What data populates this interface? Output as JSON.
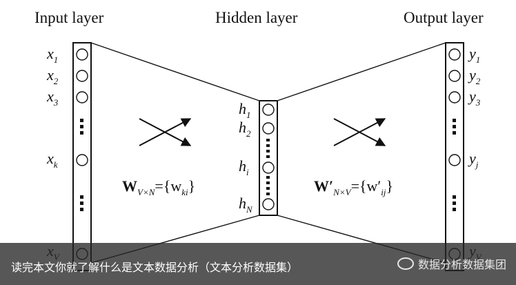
{
  "titles": {
    "input": "Input layer",
    "hidden": "Hidden layer",
    "output": "Output layer"
  },
  "input_labels": [
    {
      "base": "x",
      "sub": "1"
    },
    {
      "base": "x",
      "sub": "2"
    },
    {
      "base": "x",
      "sub": "3"
    },
    {
      "base": "x",
      "sub": "k"
    },
    {
      "base": "x",
      "sub": "V"
    }
  ],
  "hidden_labels": [
    {
      "base": "h",
      "sub": "1"
    },
    {
      "base": "h",
      "sub": "2"
    },
    {
      "base": "h",
      "sub": "i"
    },
    {
      "base": "h",
      "sub": "N"
    }
  ],
  "output_labels": [
    {
      "base": "y",
      "sub": "1"
    },
    {
      "base": "y",
      "sub": "2"
    },
    {
      "base": "y",
      "sub": "3"
    },
    {
      "base": "y",
      "sub": "j"
    },
    {
      "base": "y",
      "sub": "V"
    }
  ],
  "formula_left": {
    "W": "W",
    "sub": "V×N",
    "rhs": "={w",
    "rhs_sub": "ki",
    "close": "}"
  },
  "formula_right": {
    "W": "W′",
    "sub": "N×V",
    "rhs": "={w′",
    "rhs_sub": "ij",
    "close": "}"
  },
  "caption": {
    "text": "读完本文你就了解什么是文本数据分析（文本分析数据集）",
    "watermark": "数据分析数据集团"
  }
}
